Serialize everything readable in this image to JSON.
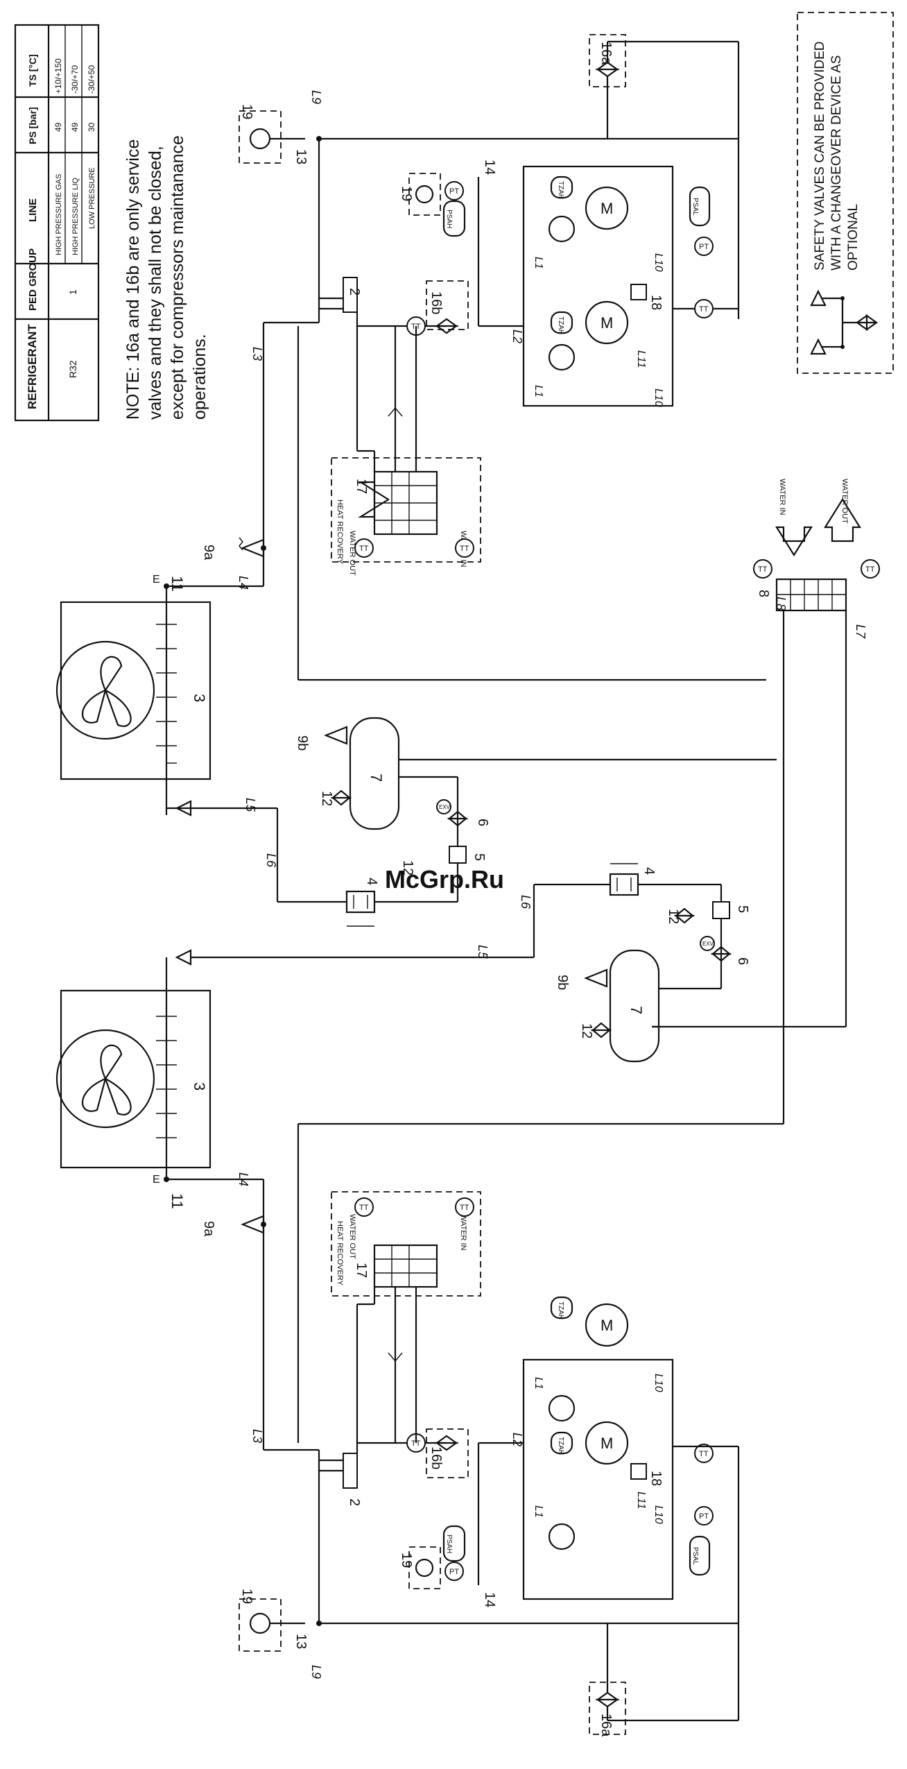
{
  "table": {
    "headers": [
      "REFRIGERANT",
      "PED GROUP",
      "LINE",
      "PS [bar]",
      "TS [°C]"
    ],
    "refrigerant": "R32",
    "ped_group": "1",
    "rows": [
      {
        "line": "HIGH PRESSURE GAS",
        "ps": "49",
        "ts": "+10/+150"
      },
      {
        "line": "HIGH PRESSURE LIQ",
        "ps": "49",
        "ts": "-30/+70"
      },
      {
        "line": "LOW PRESSURE",
        "ps": "30",
        "ts": "-30/+50"
      }
    ]
  },
  "note": {
    "lines": [
      "NOTE: 16a and 16b are only service",
      "valves and they shall not be closed,",
      "except for compressors maintanance",
      "operations."
    ]
  },
  "safety_note": {
    "lines": [
      "SAFETY VALVES CAN BE PROVIDED",
      "WITH A CHANGEOVER DEVICE AS",
      "OPTIONAL"
    ]
  },
  "labels": {
    "heat_recovery": "HEAT RECOVERY",
    "water_in": "WATER IN",
    "water_out": "WATER OUT",
    "tt": "TT",
    "pt": "PT",
    "psah": "PSAH",
    "psal": "PSAL",
    "tzah": "TZAH",
    "motor": "M",
    "exv": "EXV"
  },
  "components": {
    "c2": "2",
    "c3": "3",
    "c4": "4",
    "c5": "5",
    "c6": "6",
    "c7": "7",
    "c8": "8",
    "c9a": "9a",
    "c9b": "9b",
    "c11": "11",
    "c12": "12",
    "c13": "13",
    "c14": "14",
    "c16a": "16a",
    "c16b": "16b",
    "c17": "17",
    "c18": "18",
    "c19": "19"
  },
  "lines": {
    "l2": "L2",
    "l3": "L3",
    "l4": "L4",
    "l5": "L5",
    "l6": "L6",
    "l7": "L7",
    "l8": "L8",
    "l9": "L9",
    "l10": "L10",
    "l11": "L11"
  },
  "watermark": "McGrp.Ru"
}
